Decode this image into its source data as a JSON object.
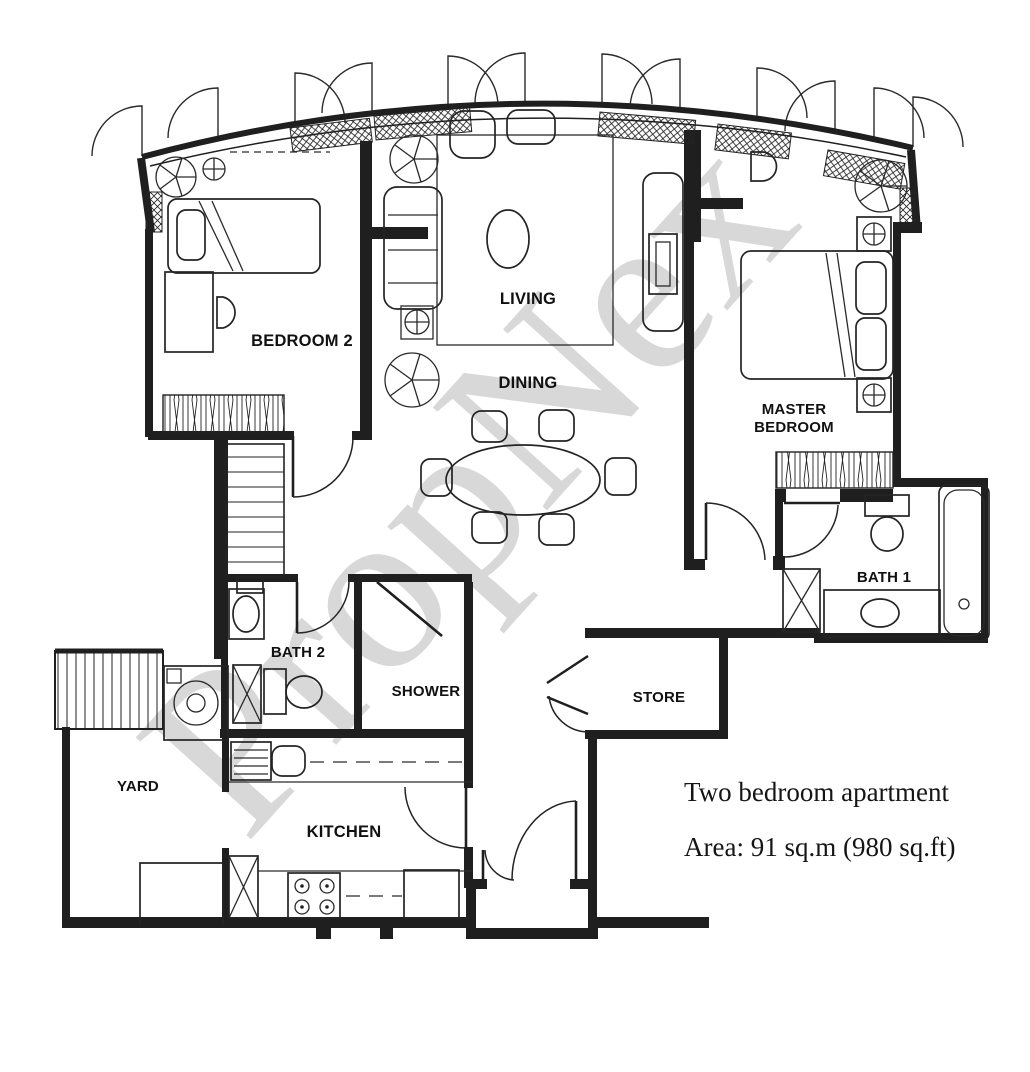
{
  "document": {
    "type_label": "Two bedroom apartment",
    "area_label": "Area: 91 sq.m (980 sq.ft)"
  },
  "watermark": {
    "text": "PropNex"
  },
  "rooms": {
    "bedroom2": "BEDROOM 2",
    "living": "LIVING",
    "dining": "DINING",
    "master_line1": "MASTER",
    "master_line2": "BEDROOM",
    "bath1": "BATH 1",
    "bath2": "BATH 2",
    "shower": "SHOWER",
    "store": "STORE",
    "yard": "YARD",
    "kitchen": "KITCHEN"
  },
  "colors": {
    "line": "#1f1f1f",
    "label": "#111111",
    "watermark": "#b3b3b3",
    "background": "#ffffff"
  }
}
